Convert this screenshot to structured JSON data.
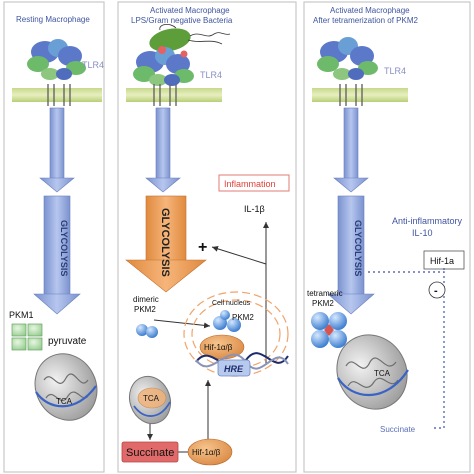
{
  "panel_left": {
    "title": "Resting Macrophage",
    "receptor": "TLR4",
    "pathway": "GLYCOLYSIS",
    "enzyme": "PKM1",
    "metabolite": "pyruvate",
    "mito": "TCA"
  },
  "panel_middle": {
    "title_line1": "Activated Macrophage",
    "title_line2": "LPS/Gram negative Bacteria",
    "receptor": "TLR4",
    "pathway": "GLYCOLYSIS",
    "plus": "+",
    "inflammation": "Inflammation",
    "cytokine": "IL-1β",
    "dimer_line1": "dimeric",
    "dimer_line2": "PKM2",
    "nucleus": "Cell nucleus",
    "nuclear_pkm2": "PKM2",
    "hif_nucleus": "Hif-1α/β",
    "hre": "HRE",
    "mito": "TCA",
    "hif_cyto": "Hif-1α/β",
    "succinate": "Succinate"
  },
  "panel_right": {
    "title_line1": "Activated Macrophage",
    "title_line2": "After tetramerization of PKM2",
    "receptor": "TLR4",
    "pathway": "GLYCOLYSIS",
    "anti_line1": "Anti-inflammatory",
    "anti_line2": "IL-10",
    "hif": "Hif-1a",
    "minus": "-",
    "tetra_line1": "tetrameric",
    "tetra_line2": "PKM2",
    "mito": "TCA",
    "succinate": "Succinate"
  },
  "colors": {
    "title_blue": "#3f55a0",
    "receptor_label": "#8a8fc4",
    "arrow_blue": "#8ea4d8",
    "arrow_orange": "#ef9c55",
    "inflammation_red": "#e0403a",
    "succinate_fill": "#e06a6a",
    "hif_fill": "#e8a25a"
  }
}
